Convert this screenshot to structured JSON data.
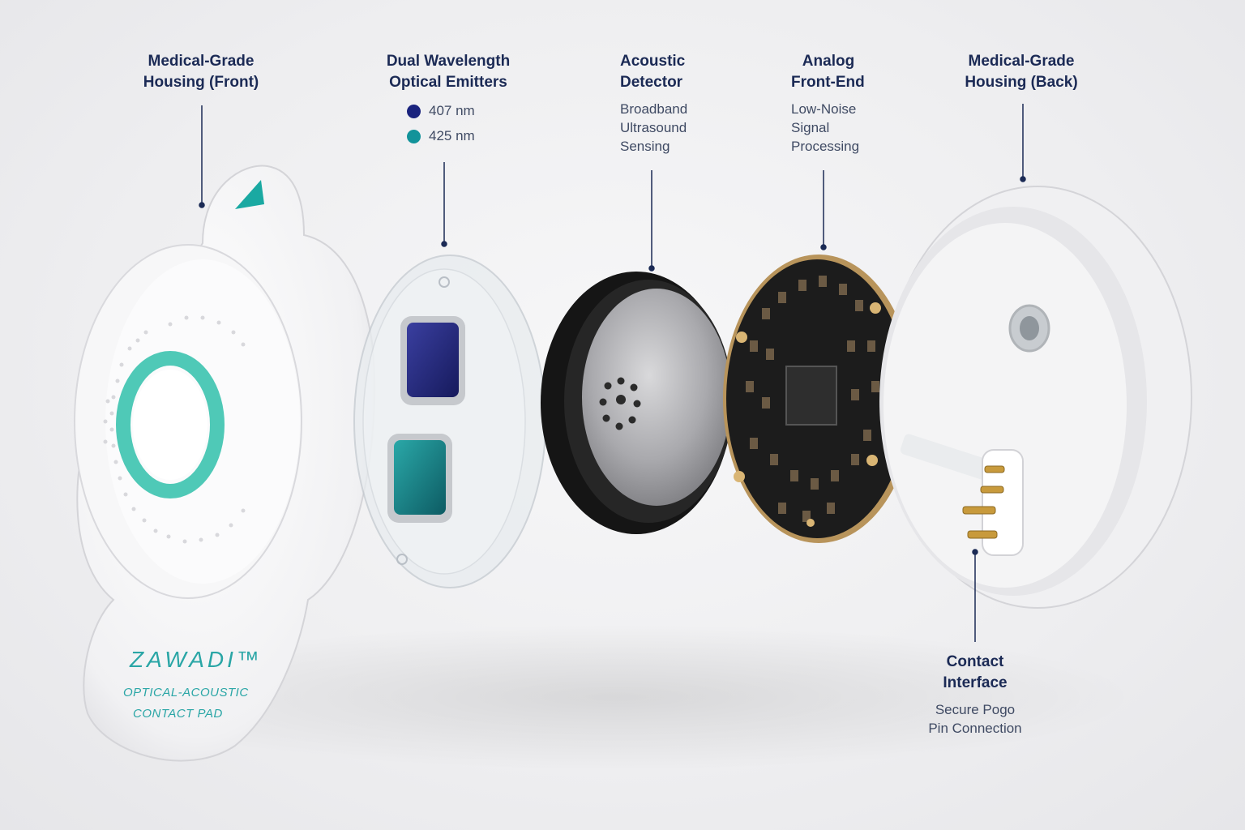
{
  "labels": {
    "housing_front": {
      "line1": "Medical-Grade",
      "line2": "Housing (Front)"
    },
    "emitters": {
      "line1": "Dual Wavelength",
      "line2": "Optical Emitters",
      "wavelengths": [
        {
          "label": "407 nm",
          "color": "#1a237e"
        },
        {
          "label": "425 nm",
          "color": "#12939a"
        }
      ]
    },
    "acoustic": {
      "line1": "Acoustic",
      "line2": "Detector",
      "desc": [
        "Broadband",
        "Ultrasound",
        "Sensing"
      ]
    },
    "afe": {
      "line1": "Analog",
      "line2": "Front-End",
      "desc": [
        "Low-Noise",
        "Signal",
        "Processing"
      ]
    },
    "housing_back": {
      "line1": "Medical-Grade",
      "line2": "Housing (Back)"
    },
    "contact": {
      "line1": "Contact",
      "line2": "Interface",
      "desc": [
        "Secure Pogo",
        "Pin Connection"
      ]
    }
  },
  "device": {
    "brand": "ZAWADI™",
    "tagline1": "OPTICAL-ACOUSTIC",
    "tagline2": "CONTACT PAD",
    "accent_color": "#4fc9b7"
  },
  "colors": {
    "leader_line": "#1b2a55",
    "pcb": "#1c1c1c",
    "detector": "#151515",
    "housing": "#f5f5f5"
  }
}
